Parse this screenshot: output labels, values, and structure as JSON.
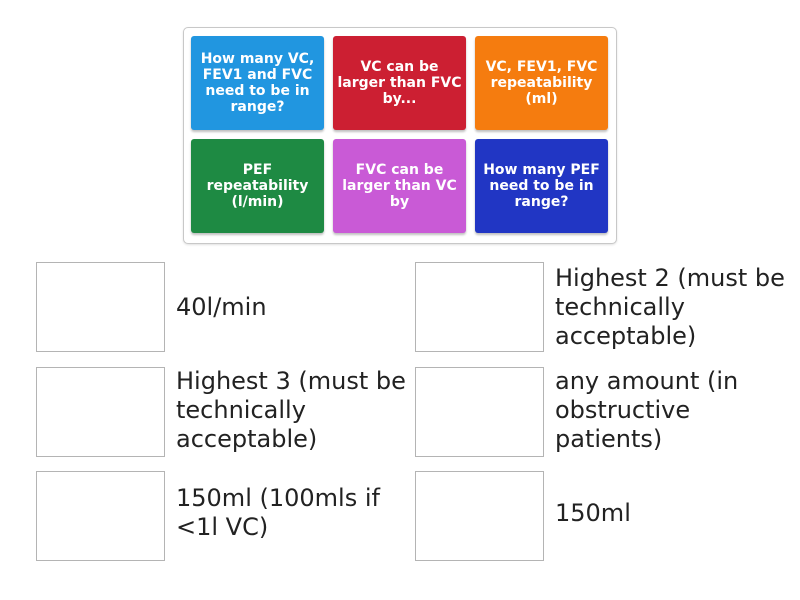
{
  "tiles": [
    {
      "label": "How many VC, FEV1 and FVC need to be in range?",
      "color": "#2196e0"
    },
    {
      "label": "VC can be larger than FVC by...",
      "color": "#cc1f32"
    },
    {
      "label": "VC, FEV1, FVC repeatability (ml)",
      "color": "#f57c0f"
    },
    {
      "label": "PEF repeatability (l/min)",
      "color": "#1e8a43"
    },
    {
      "label": "FVC can be larger than VC by",
      "color": "#c95ad6"
    },
    {
      "label": "How many PEF need to be in range?",
      "color": "#2136c4"
    }
  ],
  "answers": [
    {
      "text": "40l/min"
    },
    {
      "text": "Highest 2 (must be technically acceptable)"
    },
    {
      "text": "Highest 3 (must be technically acceptable)"
    },
    {
      "text": "any amount (in obstructive patients)"
    },
    {
      "text": "150ml (100mls if <1l VC)"
    },
    {
      "text": "150ml"
    }
  ]
}
